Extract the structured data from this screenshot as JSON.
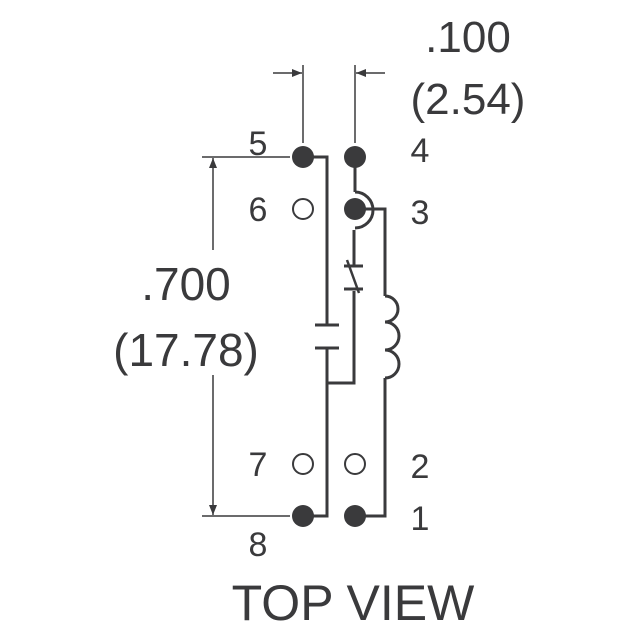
{
  "title": "TOP VIEW",
  "dimensions": {
    "pitch_in": ".100",
    "pitch_mm": "(2.54)",
    "span_in": ".700",
    "span_mm": "(17.78)"
  },
  "pins": {
    "p1": "1",
    "p2": "2",
    "p3": "3",
    "p4": "4",
    "p5": "5",
    "p6": "6",
    "p7": "7",
    "p8": "8"
  },
  "colors": {
    "ink": "#3a3a3c",
    "background": "#ffffff"
  }
}
